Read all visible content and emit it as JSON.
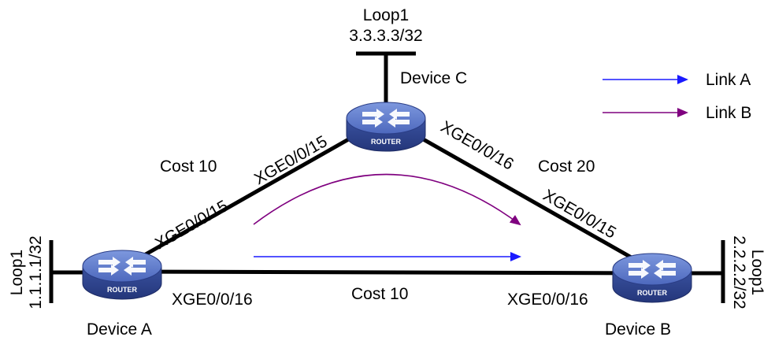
{
  "devices": {
    "a": {
      "name": "Device A",
      "router_label": "ROUTER"
    },
    "b": {
      "name": "Device B",
      "router_label": "ROUTER"
    },
    "c": {
      "name": "Device C",
      "router_label": "ROUTER"
    }
  },
  "loopbacks": {
    "a": {
      "name": "Loop1",
      "address": "1.1.1.1/32"
    },
    "b": {
      "name": "Loop1",
      "address": "2.2.2.2/32"
    },
    "c": {
      "name": "Loop1",
      "address": "3.3.3.3/32"
    }
  },
  "links": {
    "a_c": {
      "cost": "Cost 10",
      "port_a": "XGE0/0/15",
      "port_c": "XGE0/0/15"
    },
    "c_b": {
      "cost": "Cost 20",
      "port_c": "XGE0/0/16",
      "port_b": "XGE0/0/15"
    },
    "a_b": {
      "cost": "Cost 10",
      "port_a": "XGE0/0/16",
      "port_b": "XGE0/0/16"
    }
  },
  "legend": [
    {
      "label": "Link A",
      "color": "#1a1aff"
    },
    {
      "label": "Link B",
      "color": "#7f007f"
    }
  ],
  "colors": {
    "router_body": "#4a66b8",
    "router_top": "#5f7fd0",
    "link_line": "#000000"
  }
}
